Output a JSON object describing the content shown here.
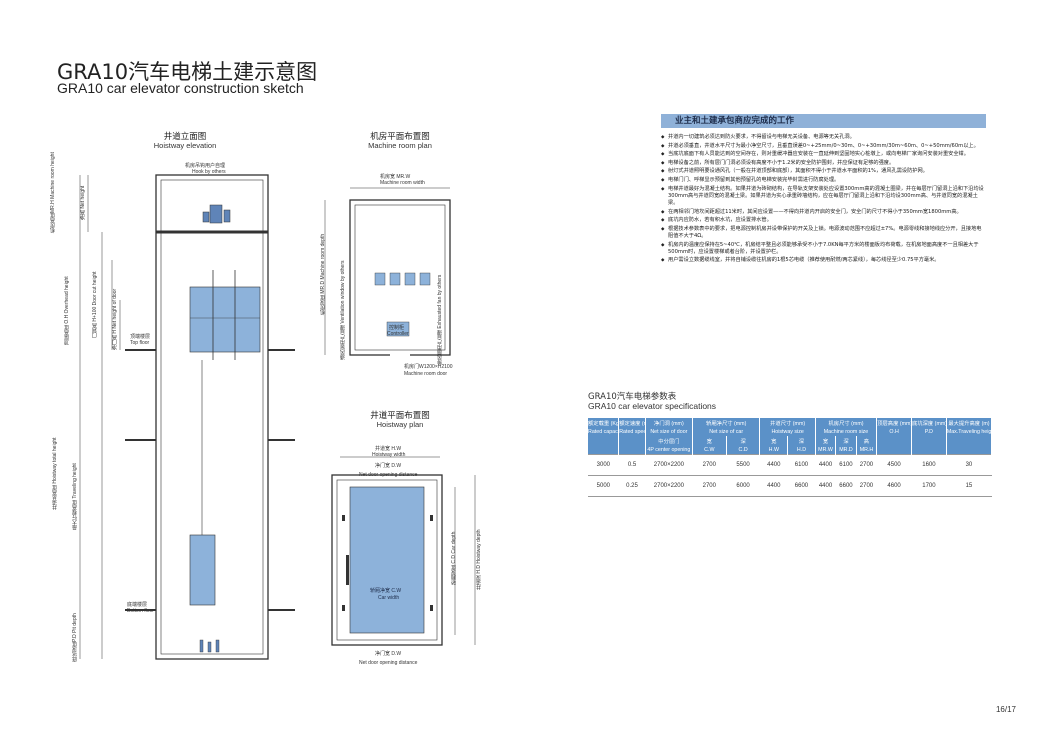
{
  "title": {
    "cn": "GRA10汽车电梯土建示意图",
    "en": "GRA10 car elevator construction sketch"
  },
  "elevation": {
    "caption_cn": "井道立面图",
    "caption_en": "Hoistway elevation",
    "hook_cn": "机房吊钩用户自理",
    "hook_en": "Hook by others",
    "machine_room_height": "机房高度MR.H Machine room height",
    "net_height": "净高 Net height",
    "overhead": "顶层高度 O.H Overhead height",
    "door_cut": "门洞高 H+100 Door cut height",
    "net_door_height": "净门高 H Net height of door",
    "top_floor_cn": "顶端楼层",
    "top_floor_en": "Top floor",
    "hoistway_total": "井道总高度 Hoistway total height",
    "travel_height": "最大行程高度 Traveling height",
    "bottom_floor_cn": "底端楼层",
    "bottom_floor_en": "Bottom floor",
    "pit_depth": "底坑深度P.D Pit depth"
  },
  "machine_room": {
    "caption_cn": "机房平面布置图",
    "caption_en": "Machine room plan",
    "width_cn": "机房宽 MR.W",
    "width_en": "Machine room width",
    "depth": "机房深度 MR.D Machine room depth",
    "vent_window": "通风窗用户自理 Ventilation window by others",
    "exhaust_fan": "排风扇用户自理 Exhausted fan by others",
    "controller_cn": "控制柜",
    "controller_en": "Controller",
    "door_cn": "机房门W1200×H2100",
    "door_en": "Machine room door"
  },
  "hoistway_plan": {
    "caption_cn": "井道平面布置图",
    "caption_en": "Hoistway  plan",
    "hw_cn": "井道宽 H.W",
    "hw_en": "Hoistway width",
    "dw_top_cn": "净门宽 D.W",
    "dw_top_en": "Net door opening distance",
    "car_depth": "轿厢深度 C.D Car depth",
    "hoistway_depth": "井道深 H.D Hoistway depth",
    "cw_cn": "轿厢净宽 C.W",
    "cw_en": "Car width",
    "dw_bottom_cn": "净门宽 D.W",
    "dw_bottom_en": "Net door opening distance"
  },
  "work": {
    "heading": "业主和土建承包商应完成的工作",
    "items": [
      "井道内一切建筑必须达到防火要求，不得留设与电梯无关设备、电源等无关孔洞。",
      "井道必须垂直，井道水平尺寸为最小净空尺寸，且垂直误差0~+25mm/0~30m、0~+30mm/30m~60m、0~+50mm/60m以上。",
      "当底坑底面下有人员能达到的空间存在，则对重缓冲器应安装在一直延伸到坚固地实心桩墩上，或向电梯厂家询问安装对重安全钳。",
      "电梯设备之前，所有层门门洞必须设有高度不小于1.2米的安全防护围封，并应保证有足够的强度。",
      "射灯式井道照明要设通风孔（一般在井道顶部和底部），其面积不得小于井道水平面积的1%，通风孔需设防护网。",
      "电梯门门、呼梯显示预留到其他预留孔的电梯安装完毕封需进行防腐处理。",
      "电梯井道最好为混凝土结构。如果井道为砖砌结构，在导轨支架安装处应设置300mm高的混凝土圈梁，并在每层厅门留洞上沿和下沿均设300mm高与井道同宽的混凝土梁。如果井道为实心承重砖墙结构，应在每层厅门留洞上沿和下沿均设300mm高、与井道同宽的混凝土梁。",
      "在两相邻门地坎间距超过11米时，其间应设置——不得向井道内开启的安全门，安全门的尺寸不得小于350mm宽1800mm高。",
      "底坑内应防水，若有积水坑，应设置排水管。",
      "根据技术参数表中的要求，把电源控制机房并设带保护的开关及上锁。电源波动范围不应超过±7%。电源零线和接地线应分开，且接地电阻值不大于4Ω。",
      "机房内的温度应保持在5~40℃，机房结平整且必须能够承受不小于7.0KN每平方米的楼面板均布荷载，在机房地面高度不一且相差大于500mm时，应设置楼梯或者台阶，并设置护栏。",
      "用户需设立数据缆线室，并将自铺设缆往机房的1根5芯电缆（推荐使用耐燃/两芯紧线），每芯线径至少0.75平方毫米。"
    ]
  },
  "spec": {
    "title_cn": "GRA10汽车电梯参数表",
    "title_en": "GRA10 car elevator specifications",
    "row1": [
      "额定载重 (Kg)",
      "额定速度 (m/s)",
      "净门洞 (mm)",
      "轿厢净尺寸 (mm)",
      "井道尺寸 (mm)",
      "机房尺寸 (mm)",
      "顶层高度 (mm)",
      "底坑深度 (mm)",
      "最大提升高度 (m)"
    ],
    "row2": [
      "Rated capacity",
      "Rated speed",
      "Net size of door",
      "Net size of car",
      "Hoistway size",
      "Machine room size",
      "O.H",
      "P.D",
      "Max.Traveling height"
    ],
    "row3": [
      "中分层门",
      "宽",
      "深",
      "宽",
      "深",
      "宽",
      "深",
      "高"
    ],
    "row4": [
      "4P center opening",
      "C.W",
      "C.D",
      "H.W",
      "H.D",
      "MR.W",
      "MR.D",
      "MR.H"
    ],
    "rows": [
      [
        "3000",
        "0.5",
        "2700×2200",
        "2700",
        "5500",
        "4400",
        "6100",
        "4400",
        "6100",
        "2700",
        "4500",
        "1600",
        "30"
      ],
      [
        "5000",
        "0.25",
        "2700×2200",
        "2700",
        "6000",
        "4400",
        "6600",
        "4400",
        "6600",
        "2700",
        "4600",
        "1700",
        "15"
      ]
    ]
  },
  "page": "16/17",
  "colors": {
    "accent": "#8fb1d8",
    "car": "#8db2da",
    "table_header": "#5b91c8"
  }
}
